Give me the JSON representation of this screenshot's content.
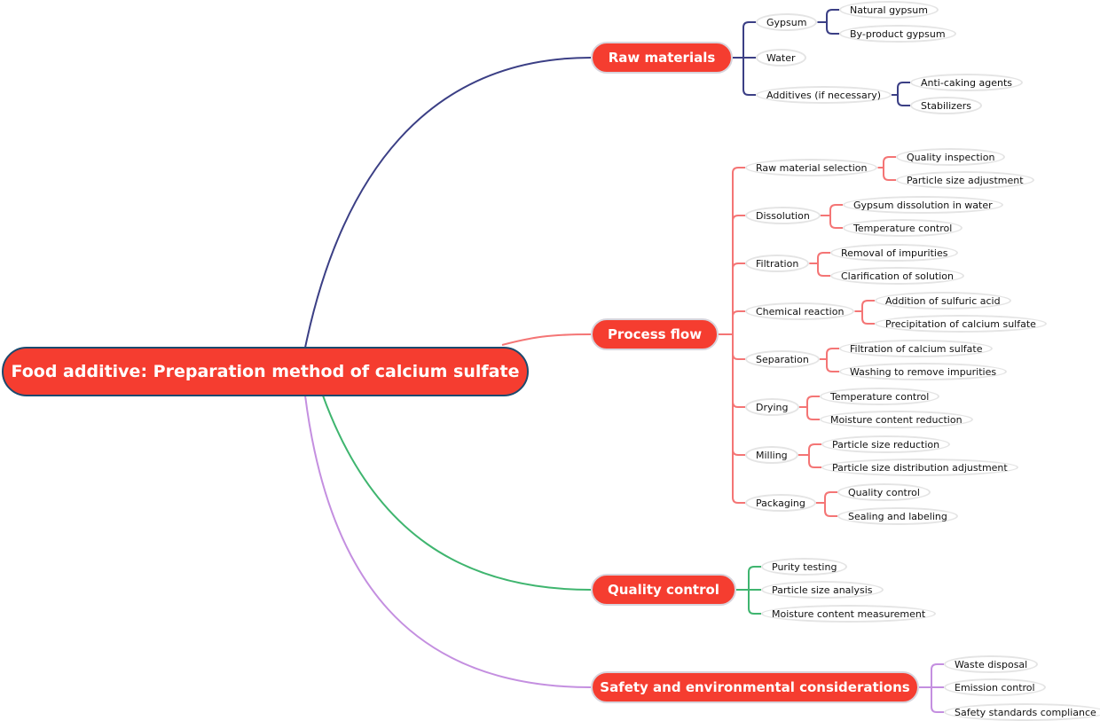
{
  "root": {
    "label": "Food additive: Preparation method of calcium sulfate"
  },
  "branches": [
    {
      "label": "Raw materials",
      "color": "#3b3f85",
      "children": [
        {
          "label": "Gypsum",
          "children": [
            "Natural gypsum",
            "By-product gypsum"
          ]
        },
        {
          "label": "Water",
          "children": []
        },
        {
          "label": "Additives (if necessary)",
          "children": [
            "Anti-caking agents",
            "Stabilizers"
          ]
        }
      ]
    },
    {
      "label": "Process flow",
      "color": "#f47575",
      "children": [
        {
          "label": "Raw material selection",
          "children": [
            "Quality inspection",
            "Particle size adjustment"
          ]
        },
        {
          "label": "Dissolution",
          "children": [
            "Gypsum dissolution in water",
            "Temperature control"
          ]
        },
        {
          "label": "Filtration",
          "children": [
            "Removal of impurities",
            "Clarification of solution"
          ]
        },
        {
          "label": "Chemical reaction",
          "children": [
            "Addition of sulfuric acid",
            "Precipitation of calcium sulfate"
          ]
        },
        {
          "label": "Separation",
          "children": [
            "Filtration of calcium sulfate",
            "Washing to remove impurities"
          ]
        },
        {
          "label": "Drying",
          "children": [
            "Temperature control",
            "Moisture content reduction"
          ]
        },
        {
          "label": "Milling",
          "children": [
            "Particle size reduction",
            "Particle size distribution adjustment"
          ]
        },
        {
          "label": "Packaging",
          "children": [
            "Quality control",
            "Sealing and labeling"
          ]
        }
      ]
    },
    {
      "label": "Quality control",
      "color": "#3fb56f",
      "children": [
        {
          "label": "Purity testing",
          "children": []
        },
        {
          "label": "Particle size analysis",
          "children": []
        },
        {
          "label": "Moisture content measurement",
          "children": []
        }
      ]
    },
    {
      "label": "Safety and environmental considerations",
      "color": "#c48fe0",
      "children": [
        {
          "label": "Waste disposal",
          "children": []
        },
        {
          "label": "Emission control",
          "children": []
        },
        {
          "label": "Safety standards compliance",
          "children": []
        }
      ]
    }
  ]
}
